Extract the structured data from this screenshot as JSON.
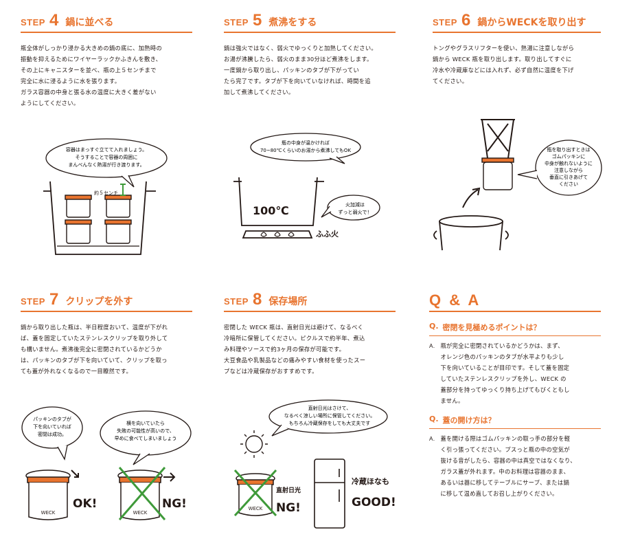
{
  "step4": {
    "word": "STEP",
    "num": "4",
    "title": "鍋に並べる",
    "body": "瓶全体がしっかり浸かる大きめの鍋の底に、加熱時の\n振動を抑えるためにワイヤーラックかふきんを敷き、\nその上にキャニスターを並べ、瓶の上５センチまで\n完全に水に浸るように水を張ります。\nガラス容器の中身と張る水の温度に大きく差がない\nようにしてください。",
    "bubble": [
      "容器はまっすぐ立てて入れましょう。",
      "そうすることで容器の周囲に",
      "まんべんなく熱湯が行き渡ります。"
    ],
    "label": "約５センチ"
  },
  "step5": {
    "word": "STEP",
    "num": "5",
    "title": "煮沸をする",
    "body": "鍋は強火ではなく、弱火でゆっくりと加熱してください。\nお湯が沸騰したら、弱火のまま30分ほど煮沸をします。\n一度鍋から取り出し、パッキンのタブが下がってい\nたら完了です。タブが下を向いていなければ、時間を追\n加して煮沸してください。",
    "bubble1": [
      "瓶の中身が温かければ",
      "70~80℃くらいのお湯から煮沸してもOK"
    ],
    "bubble2": [
      "火加減は",
      "ずっと弱火で！"
    ],
    "temp": "100℃",
    "sound": "ふふ火"
  },
  "step6": {
    "word": "STEP",
    "num": "6",
    "title": "鍋からWECKを取り出す",
    "body": "トングやグラスリフターを使い、熱湯に注意しながら\n鍋から WECK 瓶を取り出します。取り出してすぐに\n冷水や冷蔵庫などには入れず、必ず自然に温度を下げ\nてください。",
    "bubble": [
      "瓶を取り出すときは",
      "ゴムパッキンに",
      "中身が触れないように",
      "注意しながら",
      "垂直に引きあげて",
      "ください"
    ]
  },
  "step7": {
    "word": "STEP",
    "num": "7",
    "title": "クリップを外す",
    "body": "鍋から取り出した瓶は、半日程度おいて、温度が下がれ\nば、蓋を固定していたステンレスクリップを取り外して\nも構いません。煮沸後完全に密閉されているかどうか\nは、パッキンのタブが下を向いていて、クリップを取っ\nても蓋が外れなくなるので一目瞭然です。",
    "bubble1": [
      "パッキンのタブが",
      "下を向いていれば",
      "密閉は成功。"
    ],
    "bubble2": [
      "横を向いていたら",
      "失敗の可能性が高いので、",
      "早めに食べてしまいましょう"
    ],
    "ok": "OK!",
    "ng": "NG!",
    "jar_label": "WECK"
  },
  "step8": {
    "word": "STEP",
    "num": "8",
    "title": "保存場所",
    "body": "密閉した WECK 瓶は、直射日光は避けて、なるべく\n冷暗所に保管してください。ピクルスで約半年、煮込\nみ料理やソースで約3ヶ月の保存が可能です。\n大豆食品や乳製品などの痛みやすい食材を使ったスー\nプなどは冷蔵保存がおすすめです。",
    "bubble": [
      "直射日光はさけて、",
      "なるべく涼しい場所に保管してください。",
      "もちろん冷蔵保存をしても大丈夫です"
    ],
    "sun_label": "直射日光",
    "ng": "NG!",
    "fridge_label": "冷蔵ほなも",
    "good": "GOOD!",
    "jar_label": "WECK"
  },
  "qa": {
    "title": "Q & A",
    "q1": "密閉を見極めるポイントは？",
    "a1": "瓶が完全に密閉されているかどうかは、まず、\nオレンジ色のパッキンのタブが水平よりも少し\n下を向いていることが目印です。そして蓋を固定\nしていたステンレスクリップを外し、WECK の\n蓋部分を持ってゆっくり持ち上げてもびくともし\nません。",
    "q2": "蓋の開け方は？",
    "a2": "蓋を開ける際はゴムパッキンの取っ手の部分を軽\nく引っ張ってください。プスっと瓶の中の空気が\n抜ける音がしたら、容器の中は真空ではなくなり、\nガラス蓋が外れます。中のお料理は容器のまま、\nあるいは器に移してテーブルにサーブ、または鍋\nに移して温め直してお召し上がりください。",
    "q_mark": "Q.",
    "a_mark": "A."
  },
  "colors": {
    "accent": "#e8742f",
    "ink": "#231815",
    "ng_cross": "#3f9a3a"
  }
}
